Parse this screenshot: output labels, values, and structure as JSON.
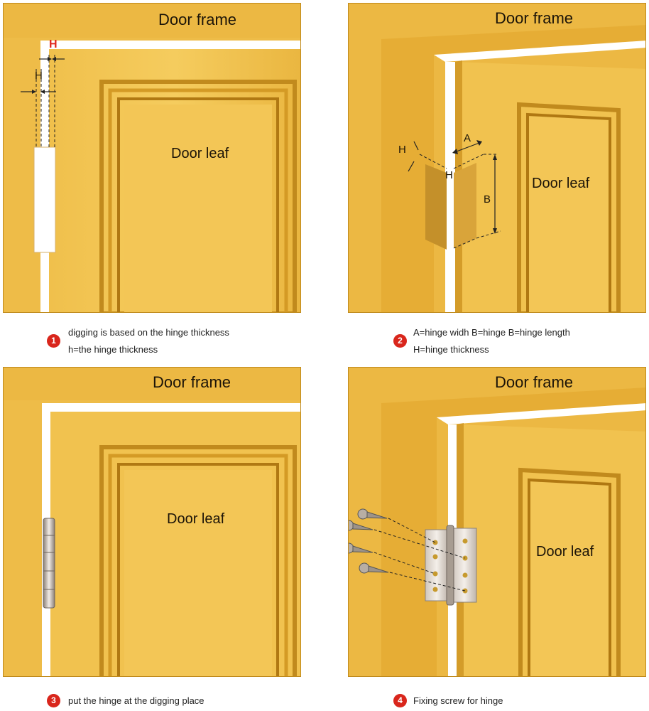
{
  "colors": {
    "wood_light": "#f1c14e",
    "wood_mid": "#e3ab33",
    "wood_dark": "#b98216",
    "gap": "#ffffff",
    "badge": "#d9261c",
    "hinge": "#d7cfc6"
  },
  "panels": [
    {
      "frame_label": "Door frame",
      "leaf_label": "Door leaf",
      "dims": {
        "h_red": "H",
        "h": "H"
      },
      "step": "1",
      "caption_lines": [
        "digging is based on the hinge thickness",
        "h=the hinge thickness"
      ]
    },
    {
      "frame_label": "Door frame",
      "leaf_label": "Door leaf",
      "dims": {
        "a": "A",
        "b": "B",
        "h1": "H",
        "h2": "H"
      },
      "step": "2",
      "caption_lines": [
        "A=hinge widh B=hinge B=hinge length",
        "H=hinge thickness"
      ]
    },
    {
      "frame_label": "Door frame",
      "leaf_label": "Door leaf",
      "step": "3",
      "caption_lines": [
        "put the hinge at the digging place"
      ]
    },
    {
      "frame_label": "Door frame",
      "leaf_label": "Door leaf",
      "step": "4",
      "caption_lines": [
        "Fixing screw for hinge"
      ]
    }
  ]
}
